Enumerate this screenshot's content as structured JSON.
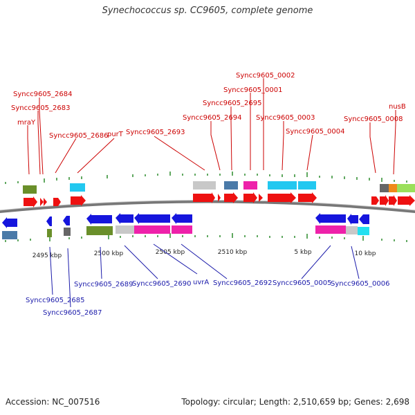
{
  "title": "Synechococcus sp. CC9605, complete genome",
  "footer": {
    "accession": "Accession: NC_007516",
    "summary": "Topology: circular; Length: 2,510,659 bp; Genes: 2,698"
  },
  "colors": {
    "label_top": "#cc0000",
    "label_bottom": "#1a1aaa",
    "backbone": "#777777",
    "tick": "#2a8a2a",
    "arrow_red": "#ee1111",
    "arrow_blue": "#1515dd"
  },
  "scale_labels": [
    "2495 kbp",
    "2500 kbp",
    "2505 kbp",
    "2510 kbp",
    "5 kbp",
    "10 kbp"
  ],
  "top_labels": [
    "Syncc9605_2684",
    "Syncc9605_2683",
    "mraY",
    "Syncc9605_2686",
    "purT",
    "Syncc9605_2693",
    "Syncc9605_2694",
    "Syncc9605_2695",
    "Syncc9605_0001",
    "Syncc9605_0002",
    "Syncc9605_0003",
    "Syncc9605_0004",
    "Syncc9605_0008",
    "nusB"
  ],
  "bottom_labels": [
    "Syncc9605_2685",
    "Syncc9605_2687",
    "Syncc9605_2689",
    "Syncc9605_2690",
    "uvrA",
    "Syncc9605_2692",
    "Syncc9605_0005",
    "Syncc9605_0006"
  ]
}
